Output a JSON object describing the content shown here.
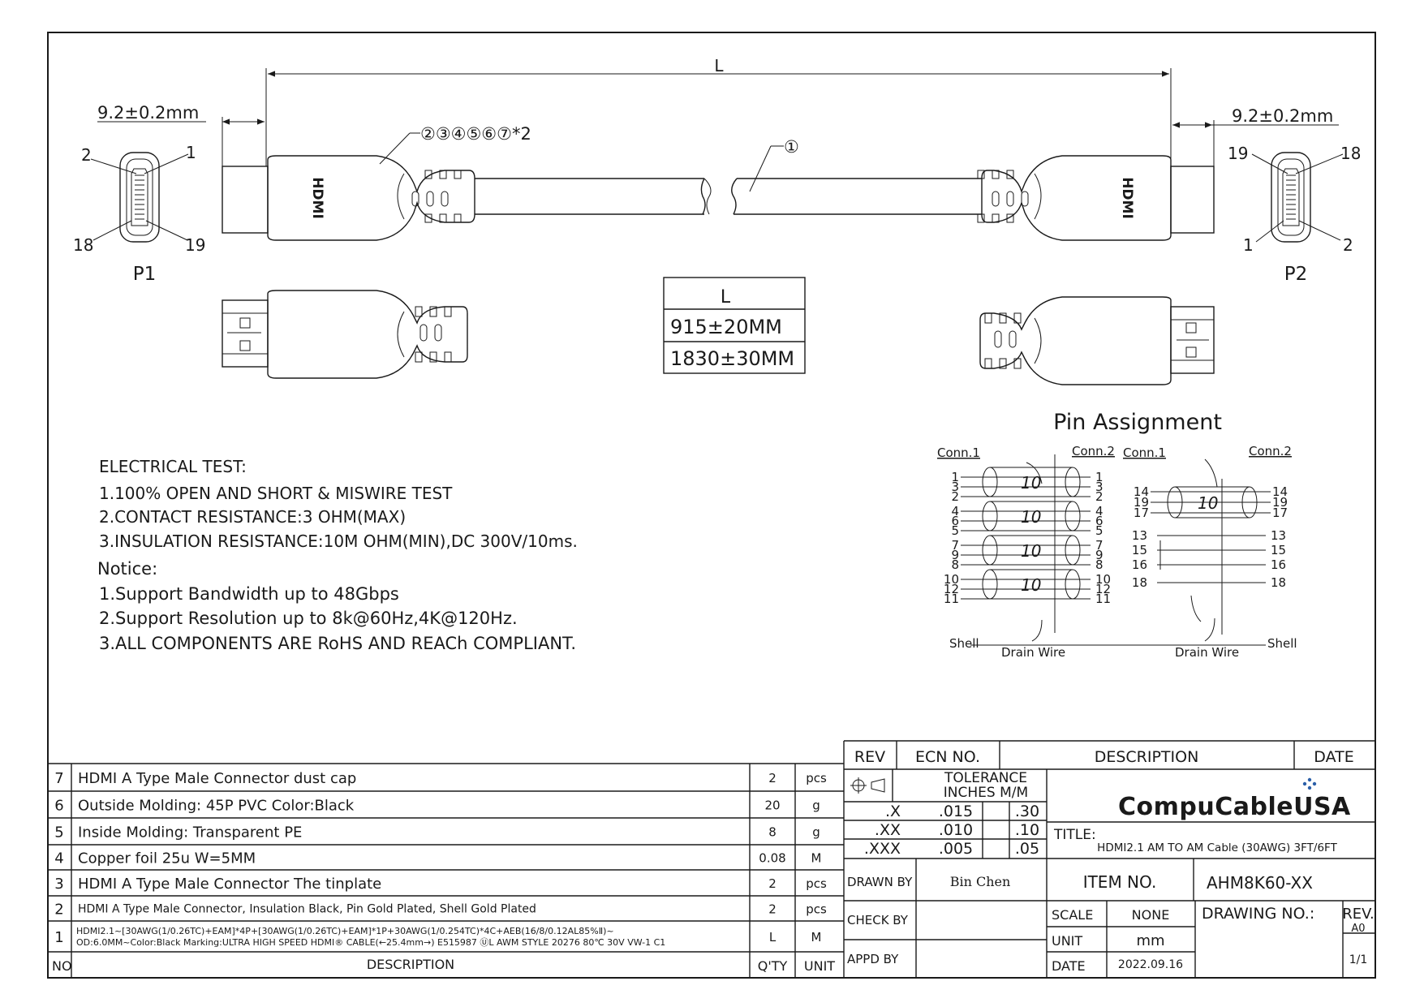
{
  "dimensions": {
    "length_label": "L",
    "connector_width_left": "9.2±0.2mm",
    "connector_width_right": "9.2±0.2mm",
    "callout_parts": "②③④⑤⑥⑦*2",
    "callout_cable": "①",
    "hdmi_logo": "HDMI"
  },
  "connectors": {
    "p1": {
      "label": "P1",
      "pin_top_left": "2",
      "pin_top_right": "1",
      "pin_bottom_left": "18",
      "pin_bottom_right": "19"
    },
    "p2": {
      "label": "P2",
      "pin_top_left": "19",
      "pin_top_right": "18",
      "pin_bottom_left": "1",
      "pin_bottom_right": "2"
    }
  },
  "length_table": {
    "header": "L",
    "rows": [
      "915±20MM",
      "1830±30MM"
    ]
  },
  "notes": {
    "lines": [
      "ELECTRICAL TEST:",
      "1.100% OPEN AND SHORT & MISWIRE TEST",
      "2.CONTACT RESISTANCE:3 OHM(MAX)",
      "3.INSULATION RESISTANCE:10M OHM(MIN),DC 300V/10ms.",
      "Notice:",
      "1.Support Bandwidth up to 48Gbps",
      "2.Support Resolution up to 8k@60Hz,4K@120Hz.",
      "3.ALL COMPONENTS ARE RoHS AND REACh COMPLIANT."
    ]
  },
  "pin_assignment": {
    "title": "Pin Assignment",
    "conn1": "Conn.1",
    "conn2": "Conn.2",
    "shield_text": "10",
    "shell": "Shell",
    "drain_wire": "Drain Wire",
    "pairs_left": [
      {
        "left": [
          "1",
          "3",
          "2"
        ],
        "right": [
          "1",
          "3",
          "2"
        ]
      },
      {
        "left": [
          "4",
          "6",
          "5"
        ],
        "right": [
          "4",
          "6",
          "5"
        ]
      },
      {
        "left": [
          "7",
          "9",
          "8"
        ],
        "right": [
          "7",
          "9",
          "8"
        ]
      },
      {
        "left": [
          "10",
          "12",
          "11"
        ],
        "right": [
          "10",
          "12",
          "11"
        ]
      }
    ],
    "pair_right": {
      "left": [
        "14",
        "19",
        "17"
      ],
      "right": [
        "14",
        "19",
        "17"
      ]
    },
    "singles_right": [
      {
        "left": "13",
        "right": "13"
      },
      {
        "left": "15",
        "right": "15"
      },
      {
        "left": "16",
        "right": "16"
      },
      {
        "left": "18",
        "right": "18"
      }
    ]
  },
  "bom": {
    "rows": [
      {
        "no": "7",
        "description": "HDMI A Type Male Connector dust cap",
        "qty": "2",
        "unit": "pcs"
      },
      {
        "no": "6",
        "description": "Outside Molding: 45P PVC Color:Black",
        "qty": "20",
        "unit": "g"
      },
      {
        "no": "5",
        "description": "Inside Molding: Transparent PE",
        "qty": "8",
        "unit": "g"
      },
      {
        "no": "4",
        "description": "Copper foil 25u W=5MM",
        "qty": "0.08",
        "unit": "M"
      },
      {
        "no": "3",
        "description": "HDMI A Type Male Connector The tinplate",
        "qty": "2",
        "unit": "pcs"
      },
      {
        "no": "2",
        "description": "HDMI A Type Male Connector, Insulation Black, Pin Gold Plated, Shell Gold Plated",
        "qty": "2",
        "unit": "pcs"
      },
      {
        "no": "1",
        "description_line1": "HDMI2.1~[30AWG(1/0.26TC)+EAM]*4P+[30AWG(1/0.26TC)+EAM]*1P+30AWG(1/0.254TC)*4C+AEB(16/8/0.12AL85%Ⅱ)~",
        "description_line2": "OD:6.0MM~Color:Black Marking:ULTRA HIGH SPEED HDMI® CABLE(←25.4mm→) E515987 ⓊL AWM STYLE 20276 80℃ 30V VW-1 C1",
        "qty": "L",
        "unit": "M"
      }
    ],
    "header": {
      "no": "NO",
      "description": "DESCRIPTION",
      "qty": "Q'TY",
      "unit": "UNIT"
    }
  },
  "title_block": {
    "rev_header": "REV",
    "ecn_header": "ECN NO.",
    "description_header": "DESCRIPTION",
    "date_header": "DATE",
    "tolerance_line1": "TOLERANCE",
    "tolerance_line2": "INCHES M/M",
    "tolerances": [
      {
        "place": ".X",
        "inches": ".015",
        "mm": ".30"
      },
      {
        "place": ".XX",
        "inches": ".010",
        "mm": ".10"
      },
      {
        "place": ".XXX",
        "inches": ".005",
        "mm": ".05"
      }
    ],
    "company": "CompuCableUSA",
    "title_label": "TITLE:",
    "title": "HDMI2.1 AM TO AM Cable (30AWG) 3FT/6FT",
    "drawn_by_label": "DRAWN BY",
    "drawn_by": "Bin Chen",
    "item_no_label": "ITEM NO.",
    "item_no": "AHM8K60-XX",
    "check_by_label": "CHECK BY",
    "scale_label": "SCALE",
    "scale": "NONE",
    "drawing_no_label": "DRAWING NO.:",
    "rev_label": "REV.",
    "rev": "A0",
    "unit_label": "UNIT",
    "unit": "mm",
    "appd_by_label": "APPD BY",
    "date_label": "DATE",
    "date": "2022.09.16",
    "sheet": "1/1"
  }
}
